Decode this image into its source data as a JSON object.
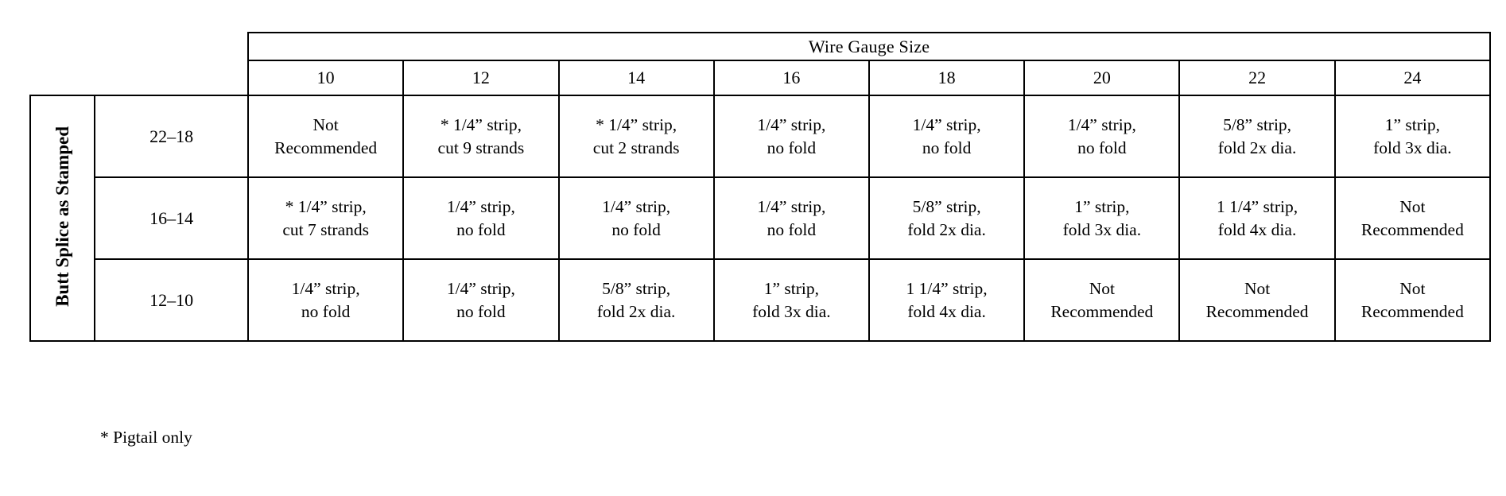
{
  "table": {
    "column_group_header": "Wire Gauge Size",
    "row_group_label": "Butt Splice as Stamped",
    "gauge_columns": [
      "10",
      "12",
      "14",
      "16",
      "18",
      "20",
      "22",
      "24"
    ],
    "row_labels": [
      "22–18",
      "16–14",
      "12–10"
    ],
    "rows": [
      {
        "label": "22–18",
        "cells": [
          {
            "line1": "Not",
            "line2": "Recommended"
          },
          {
            "line1": "* 1/4” strip,",
            "line2": "cut 9 strands"
          },
          {
            "line1": "* 1/4” strip,",
            "line2": "cut 2 strands"
          },
          {
            "line1": "1/4” strip,",
            "line2": "no fold"
          },
          {
            "line1": "1/4” strip,",
            "line2": "no fold"
          },
          {
            "line1": "1/4” strip,",
            "line2": "no fold"
          },
          {
            "line1": "5/8” strip,",
            "line2": "fold 2x dia."
          },
          {
            "line1": "1” strip,",
            "line2": "fold 3x dia."
          }
        ]
      },
      {
        "label": "16–14",
        "cells": [
          {
            "line1": "* 1/4” strip,",
            "line2": "cut 7 strands"
          },
          {
            "line1": "1/4” strip,",
            "line2": "no fold"
          },
          {
            "line1": "1/4” strip,",
            "line2": "no fold"
          },
          {
            "line1": "1/4” strip,",
            "line2": "no fold"
          },
          {
            "line1": "5/8” strip,",
            "line2": "fold 2x dia."
          },
          {
            "line1": "1” strip,",
            "line2": "fold 3x dia."
          },
          {
            "line1": "1 1/4” strip,",
            "line2": "fold 4x dia."
          },
          {
            "line1": "Not",
            "line2": "Recommended"
          }
        ]
      },
      {
        "label": "12–10",
        "cells": [
          {
            "line1": "1/4” strip,",
            "line2": "no fold"
          },
          {
            "line1": "1/4” strip,",
            "line2": "no fold"
          },
          {
            "line1": "5/8” strip,",
            "line2": "fold 2x dia."
          },
          {
            "line1": "1” strip,",
            "line2": "fold 3x dia."
          },
          {
            "line1": "1 1/4” strip,",
            "line2": "fold 4x dia."
          },
          {
            "line1": "Not",
            "line2": "Recommended"
          },
          {
            "line1": "Not",
            "line2": "Recommended"
          },
          {
            "line1": "Not",
            "line2": "Recommended"
          }
        ]
      }
    ]
  },
  "footnote": "* Pigtail only",
  "colors": {
    "ink": "#000000",
    "paper": "#ffffff"
  }
}
